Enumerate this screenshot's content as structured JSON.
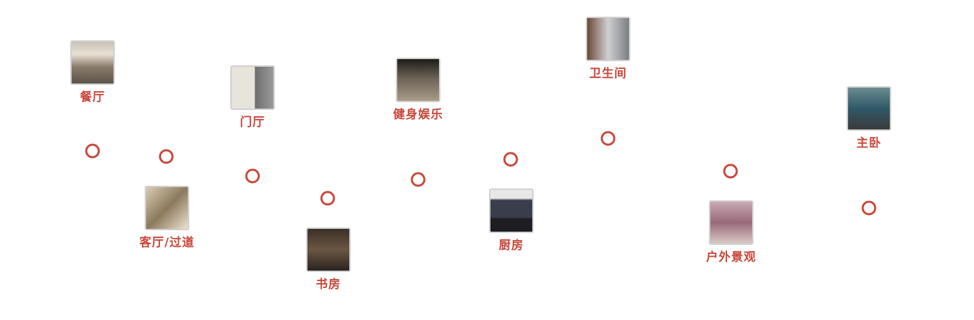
{
  "accent_color": "#c8473a",
  "rooms": [
    {
      "label": "餐厅",
      "icon": "dining-room-photo"
    },
    {
      "label": "客厅/过道",
      "icon": "living-room-photo"
    },
    {
      "label": "门厅",
      "icon": "entrance-hall-photo"
    },
    {
      "label": "书房",
      "icon": "study-photo"
    },
    {
      "label": "健身娱乐",
      "icon": "gym-entertainment-photo"
    },
    {
      "label": "厨房",
      "icon": "kitchen-photo"
    },
    {
      "label": "卫生间",
      "icon": "bathroom-photo"
    },
    {
      "label": "户外景观",
      "icon": "outdoor-landscape-photo"
    },
    {
      "label": "主卧",
      "icon": "master-bedroom-photo"
    }
  ]
}
